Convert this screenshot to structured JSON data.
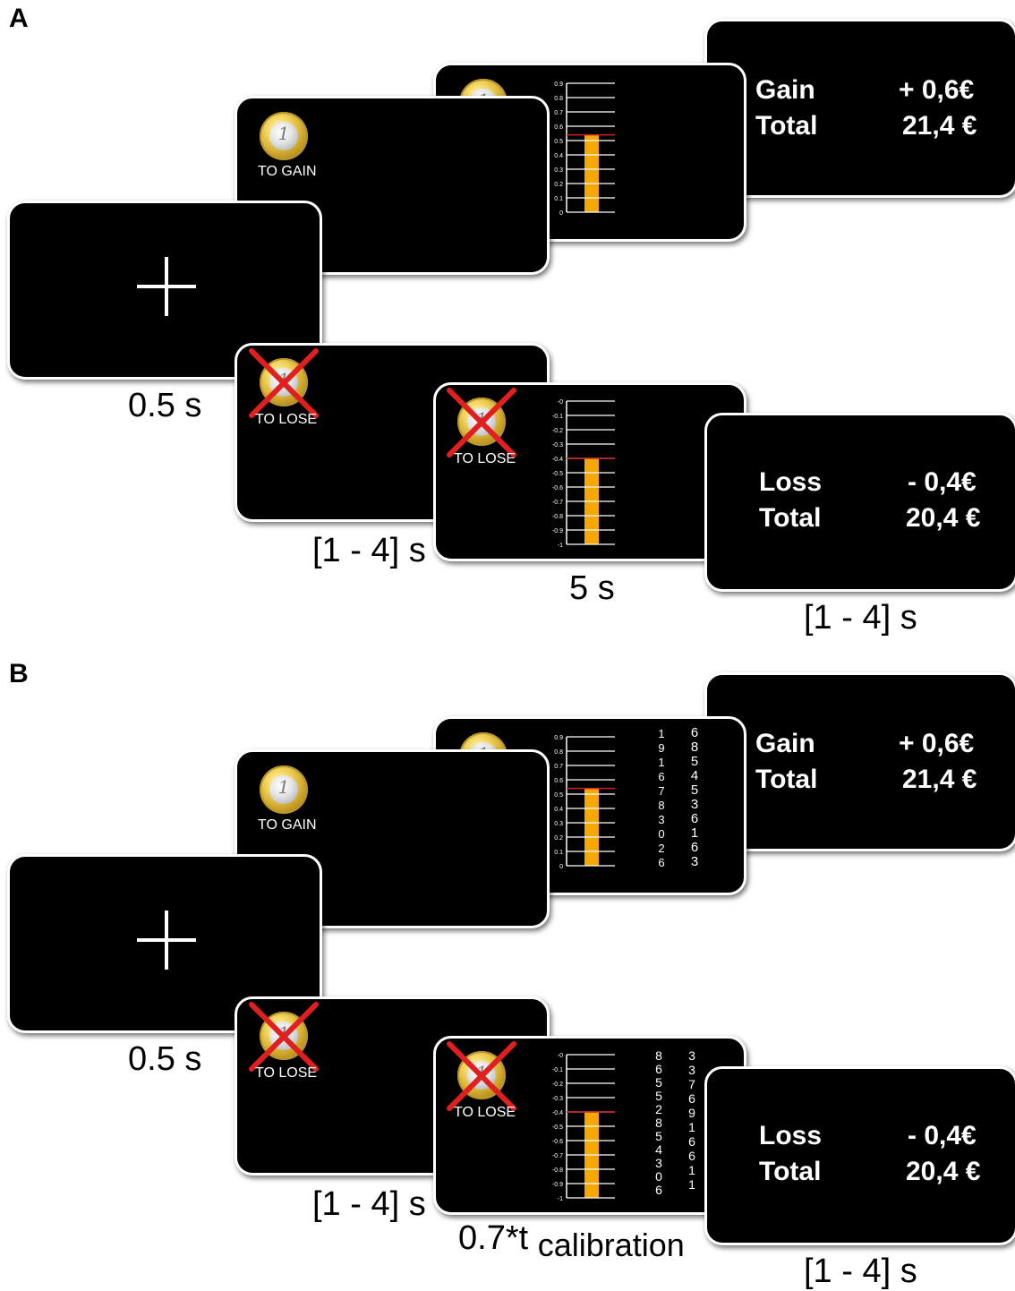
{
  "panels": [
    {
      "label": "A",
      "fixation_time": "0.5 s",
      "cue_time": "[1 - 4] s",
      "bar_time": "5 s",
      "feedback_time": "[1 - 4] s",
      "gain_trial": {
        "cue_text": "TO GAIN",
        "bar_ticks": [
          "0.9",
          "0.8",
          "0.7",
          "0.6",
          "0.5",
          "0.4",
          "0.3",
          "0.2",
          "0.1",
          "0"
        ],
        "bar_level": 0.6,
        "feedback": {
          "label1": "Gain",
          "value1": "+ 0,6€",
          "label2": "Total",
          "value2": "21,4 €"
        }
      },
      "loss_trial": {
        "cue_text": "TO LOSE",
        "bar_ticks": [
          "-0",
          "-0.1",
          "-0.2",
          "-0.3",
          "-0.4",
          "-0.5",
          "-0.6",
          "-0.7",
          "-0.8",
          "-0.9",
          "-1"
        ],
        "bar_level": 0.4,
        "feedback": {
          "label1": "Loss",
          "value1": "- 0,4€",
          "label2": "Total",
          "value2": "20,4 €"
        }
      }
    },
    {
      "label": "B",
      "fixation_time": "0.5 s",
      "cue_time": "[1 - 4] s",
      "bar_time_main": "0.7*t",
      "bar_time_suffix": "calibration",
      "feedback_time": "[1 - 4] s",
      "gain_trial": {
        "cue_text": "TO GAIN",
        "bar_ticks": [
          "0.9",
          "0.8",
          "0.7",
          "0.6",
          "0.5",
          "0.4",
          "0.3",
          "0.2",
          "0.1",
          "0"
        ],
        "bar_level": 0.6,
        "digits_left": [
          "1",
          "9",
          "1",
          "6",
          "7",
          "8",
          "3",
          "0",
          "2",
          "6"
        ],
        "digits_right": [
          "6",
          "8",
          "5",
          "4",
          "5",
          "3",
          "6",
          "1",
          "6",
          "3"
        ],
        "feedback": {
          "label1": "Gain",
          "value1": "+ 0,6€",
          "label2": "Total",
          "value2": "21,4 €"
        }
      },
      "loss_trial": {
        "cue_text": "TO LOSE",
        "bar_ticks": [
          "-0",
          "-0.1",
          "-0.2",
          "-0.3",
          "-0.4",
          "-0.5",
          "-0.6",
          "-0.7",
          "-0.8",
          "-0.9",
          "-1"
        ],
        "bar_level": 0.4,
        "digits_left": [
          "8",
          "6",
          "5",
          "5",
          "2",
          "8",
          "5",
          "4",
          "3",
          "0",
          "6"
        ],
        "digits_right": [
          "3",
          "3",
          "7",
          "6",
          "9",
          "1",
          "6",
          "6",
          "1",
          "1"
        ],
        "feedback": {
          "label1": "Loss",
          "value1": "- 0,4€",
          "label2": "Total",
          "value2": "20,4 €"
        }
      }
    }
  ],
  "colors": {
    "screen": "#000000",
    "bar_fill": "#f5a800",
    "target_line": "#cc2222",
    "cross": "#e02020"
  },
  "icons": [
    "euro-coin-icon",
    "red-cross-icon",
    "fixation-cross-icon"
  ]
}
